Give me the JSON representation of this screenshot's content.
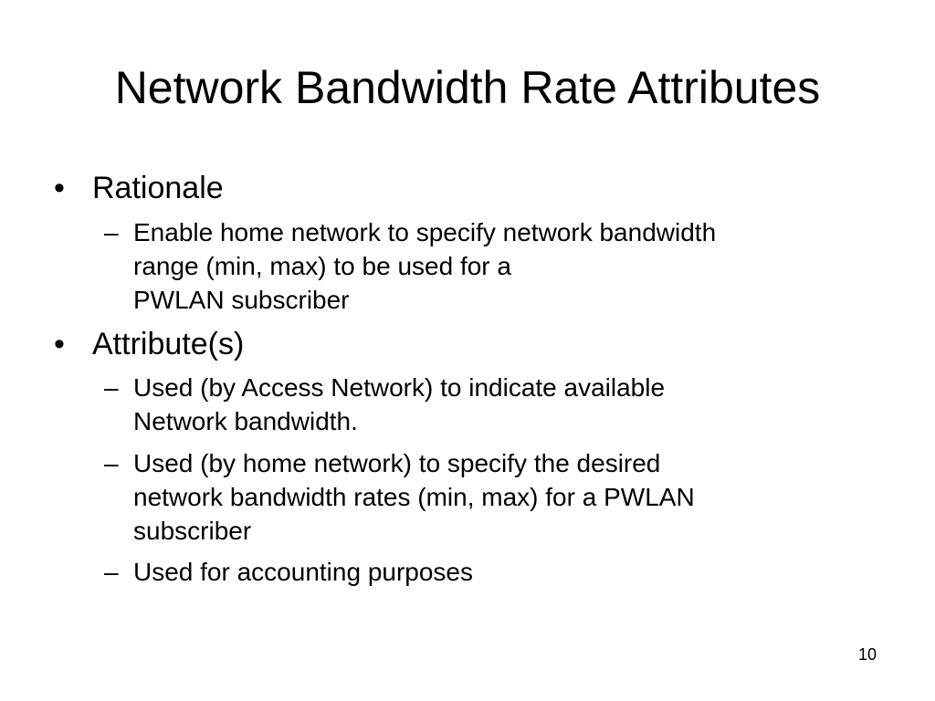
{
  "slide": {
    "title": "Network Bandwidth Rate Attributes",
    "bullets": [
      {
        "text": "Rationale",
        "sub": [
          {
            "lines": [
              "Enable home network to specify network bandwidth",
              "range (min, max) to be used for a",
              "PWLAN subscriber"
            ]
          }
        ]
      },
      {
        "text": "Attribute(s)",
        "sub": [
          {
            "lines": [
              "Used (by Access Network) to indicate available",
              "Network bandwidth."
            ]
          },
          {
            "lines": [
              "Used (by home network) to specify the desired",
              "network bandwidth rates (min, max) for a PWLAN",
              "subscriber"
            ]
          },
          {
            "lines": [
              "Used for accounting purposes"
            ]
          }
        ]
      }
    ],
    "bullet_symbol": "•",
    "dash_symbol": "–",
    "page_number": "10"
  }
}
